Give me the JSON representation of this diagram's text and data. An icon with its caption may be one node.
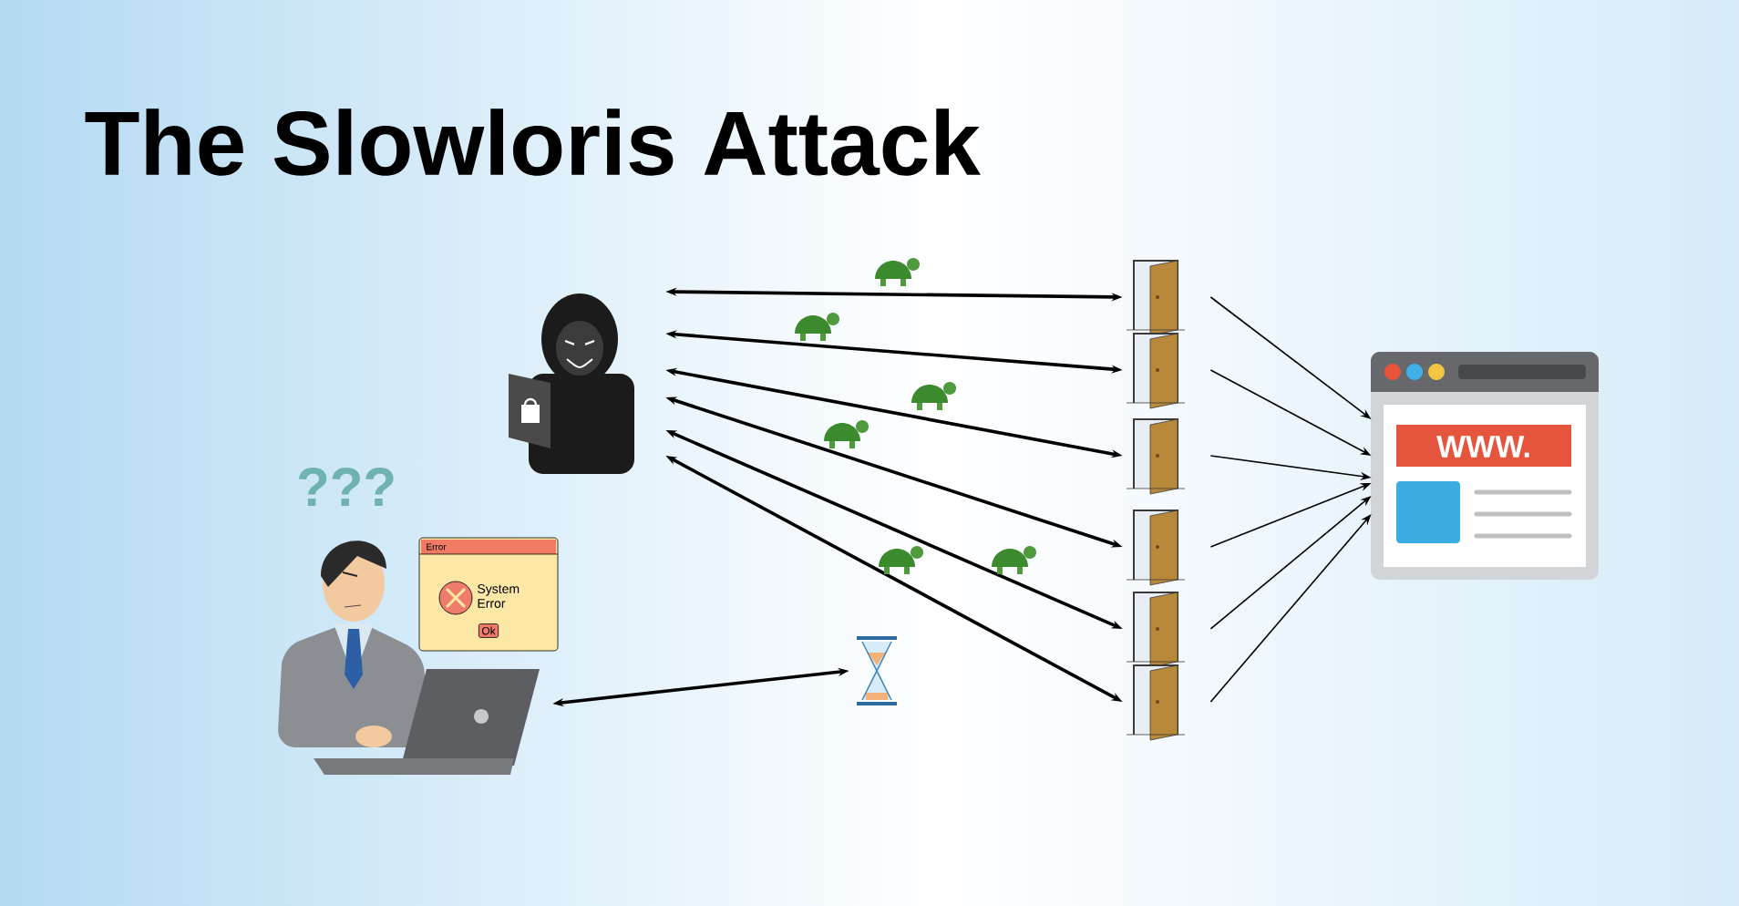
{
  "diagram": {
    "title": "The Slowloris Attack",
    "nodes": [
      {
        "text": [],
        "shape": "picture"
      },
      {
        "text": [],
        "shape": "picture"
      },
      {
        "text": [],
        "shape": "picture"
      },
      {
        "text": [],
        "shape": "picture"
      },
      {
        "text": [],
        "shape": "picture"
      },
      {
        "text": [],
        "shape": "picture"
      },
      {
        "text": [],
        "shape": "picture"
      },
      {
        "text": [
          "WWW."
        ]
      },
      {
        "text": [],
        "shape": "picture"
      },
      {
        "text": [
          "Error",
          "System Error",
          "Ok"
        ]
      },
      {
        "text": [],
        "shape": "picture"
      }
    ],
    "edges": [
      {
        "from": 0,
        "to": 1,
        "arrow": "both"
      },
      {
        "from": 0,
        "to": 2,
        "arrow": "both"
      },
      {
        "from": 0,
        "to": 3,
        "arrow": "both"
      },
      {
        "from": 0,
        "to": 4,
        "arrow": "both"
      },
      {
        "from": 0,
        "to": 5,
        "arrow": "both"
      },
      {
        "from": 0,
        "to": 6,
        "arrow": "both"
      },
      {
        "from": 1,
        "to": 7,
        "arrow": "to"
      },
      {
        "from": 2,
        "to": 7,
        "arrow": "to"
      },
      {
        "from": 3,
        "to": 7,
        "arrow": "to"
      },
      {
        "from": 4,
        "to": 7,
        "arrow": "to"
      },
      {
        "from": 5,
        "to": 7,
        "arrow": "to"
      },
      {
        "from": 6,
        "to": 7,
        "arrow": "to"
      },
      {
        "from": 8,
        "to": 10,
        "arrow": "both"
      }
    ],
    "labels": [
      "???"
    ]
  }
}
